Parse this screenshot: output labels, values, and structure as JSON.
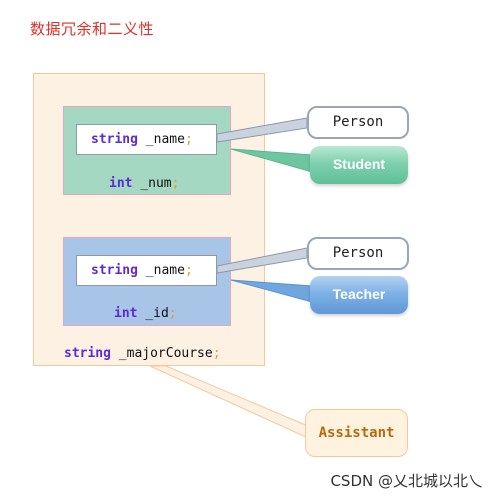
{
  "title": "数据冗余和二义性",
  "student_block": {
    "inner_kw": "string",
    "inner_id": " _name",
    "inner_punct": ";",
    "field_kw": "int",
    "field_id": " _num",
    "field_punct": ";"
  },
  "teacher_block": {
    "inner_kw": "string",
    "inner_id": " _name",
    "inner_punct": ";",
    "field_kw": "int",
    "field_id": " _id",
    "field_punct": ";"
  },
  "assistant_field": {
    "kw": "string",
    "id": " _majorCourse",
    "punct": ";"
  },
  "labels": {
    "person_1": "Person",
    "student": "Student",
    "person_2": "Person",
    "teacher": "Teacher",
    "assistant": "Assistant"
  },
  "watermark": "CSDN @乂北城以北乀",
  "colors": {
    "title": "#e0302a",
    "student_block": "#a4d8c3",
    "teacher_block": "#a8c4e6",
    "outer_container": "#fdf1e3",
    "keyword": "#5b2bd6",
    "assistant_text": "#b66a0c"
  }
}
